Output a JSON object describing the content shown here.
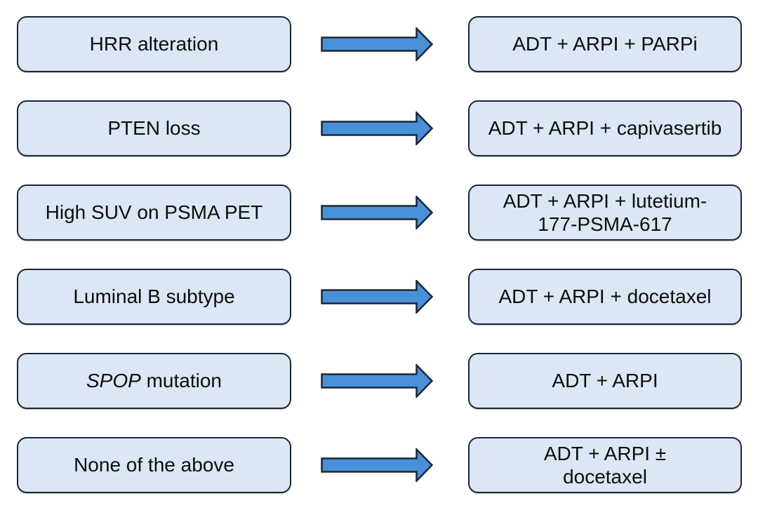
{
  "colors": {
    "background": "#ffffff",
    "box_fill": "#dbe7f4",
    "box_border": "#1b2734",
    "arrow_fill": "#4a90d8",
    "arrow_border": "#1b2734",
    "text": "#0d0d0d"
  },
  "rows": [
    {
      "condition": "HRR alteration",
      "treatment_lines": [
        "ADT + ARPI + PARPi"
      ]
    },
    {
      "condition": "PTEN loss",
      "treatment_lines": [
        "ADT + ARPI + capivasertib"
      ]
    },
    {
      "condition": "High SUV on PSMA PET",
      "treatment_lines": [
        "ADT + ARPI + lutetium-",
        "177-PSMA-617"
      ]
    },
    {
      "condition": "Luminal B subtype",
      "treatment_lines": [
        "ADT + ARPI + docetaxel"
      ]
    },
    {
      "condition_italic": "SPOP",
      "condition_rest": "mutation",
      "treatment_lines": [
        "ADT + ARPI"
      ]
    },
    {
      "condition": "None of the above",
      "treatment_lines": [
        "ADT + ARPI ±",
        "docetaxel"
      ]
    }
  ]
}
